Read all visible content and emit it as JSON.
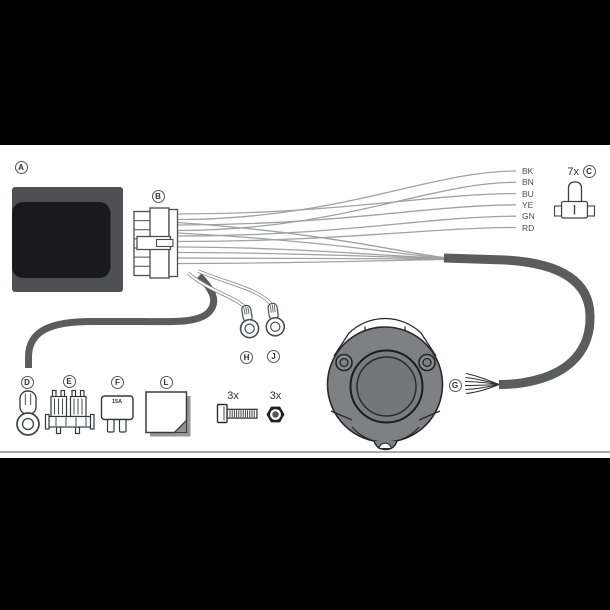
{
  "document": {
    "type": "towbar-wiring-kit-parts-diagram"
  },
  "parts": {
    "a": {
      "label": "A",
      "name": "control-module"
    },
    "b": {
      "label": "B",
      "name": "multi-pin-connector"
    },
    "c": {
      "label": "C",
      "name": "terminal-pin",
      "quantity": "7x"
    },
    "d": {
      "label": "D",
      "name": "ring-terminal-large"
    },
    "e": {
      "label": "E",
      "name": "fuse-holder-block"
    },
    "f": {
      "label": "F",
      "name": "blade-fuse",
      "rating": "15A"
    },
    "g": {
      "label": "G",
      "name": "trailer-socket"
    },
    "h": {
      "label": "H",
      "name": "ring-terminal-small"
    },
    "j": {
      "label": "J",
      "name": "ring-terminal-small"
    },
    "l": {
      "label": "L",
      "name": "adhesive-pad"
    }
  },
  "hardware": {
    "screw_quantity": "3x",
    "nut_quantity": "3x"
  },
  "wire_labels": [
    "BK",
    "BN",
    "BU",
    "YE",
    "GN",
    "RD"
  ],
  "colors": {
    "background": "#ffffff",
    "top_bar": "#000000",
    "bottom_bar": "#000000",
    "divider": "#ababab",
    "wire": "#a1a2a4",
    "cable": "#5b5c5e",
    "outline": "#3f4143",
    "module_body": "#4f5053",
    "module_face": "#1a1a1c",
    "socket_body": "#7e8084"
  }
}
